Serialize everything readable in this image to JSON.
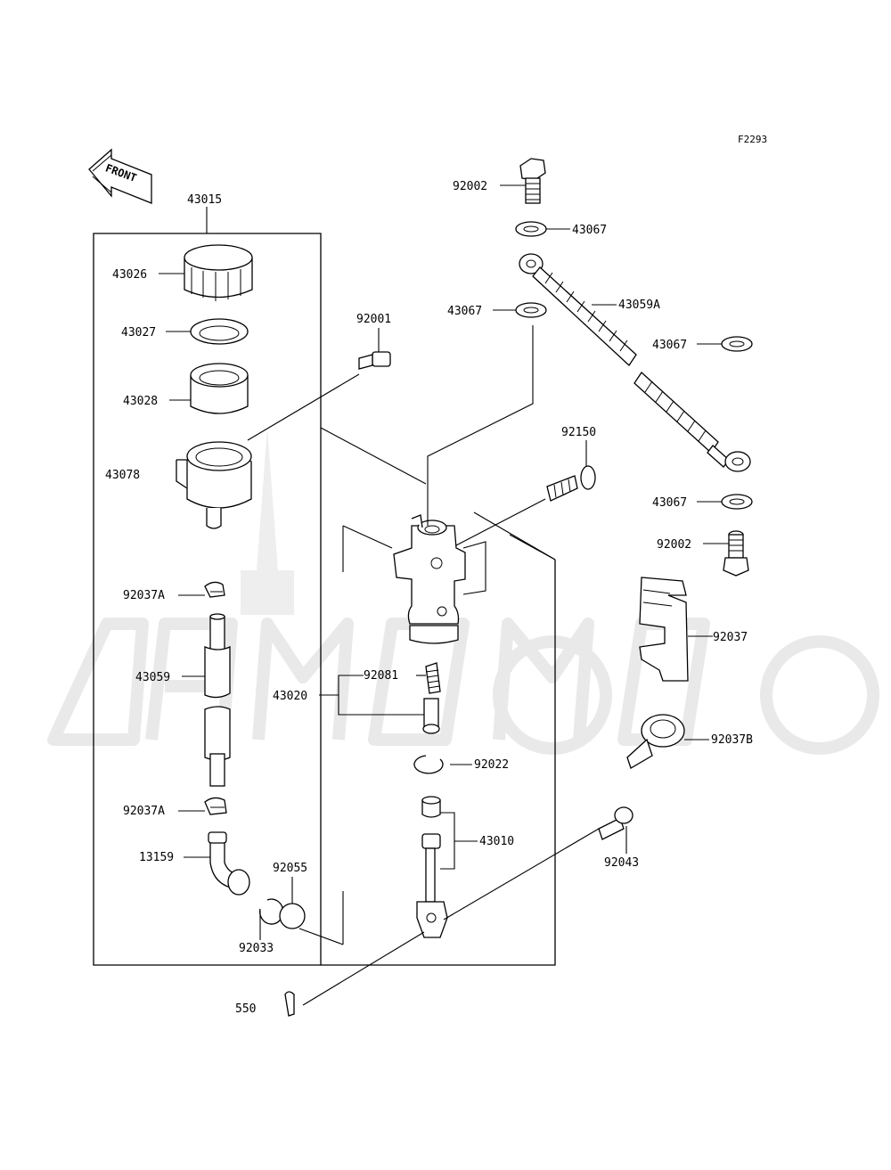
{
  "figure_code": "F2293",
  "front_label": "FRONT",
  "labels": {
    "l43015": "43015",
    "l43026": "43026",
    "l43027": "43027",
    "l43028": "43028",
    "l43078": "43078",
    "l92037A_top": "92037A",
    "l43059": "43059",
    "l92037A_bottom": "92037A",
    "l13159": "13159",
    "l92055": "92055",
    "l92033": "92033",
    "l92001": "92001",
    "l43020": "43020",
    "l92081": "92081",
    "l92022": "92022",
    "l43010": "43010",
    "l550": "550",
    "l92002_top": "92002",
    "l43067_a": "43067",
    "l43067_b": "43067",
    "l43059A": "43059A",
    "l43067_c": "43067",
    "l92150": "92150",
    "l43067_d": "43067",
    "l92002_bottom": "92002",
    "l92037": "92037",
    "l92037B": "92037B",
    "l92043": "92043"
  },
  "icons": [
    "front-arrow-icon",
    "watermark-logo"
  ]
}
